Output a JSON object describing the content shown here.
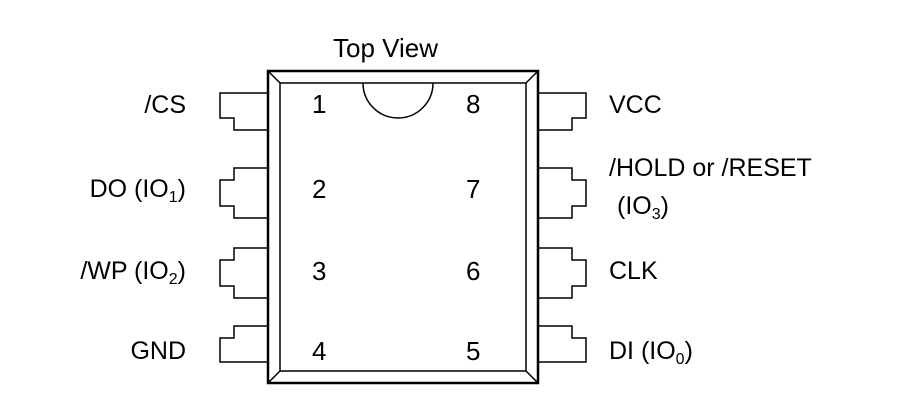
{
  "title": "Top View",
  "pins": [
    {
      "number": "1",
      "name": "/CS",
      "sub": "",
      "suffix": ""
    },
    {
      "number": "2",
      "name": "DO (IO",
      "sub": "1",
      "suffix": ")"
    },
    {
      "number": "3",
      "name": "/WP (IO",
      "sub": "2",
      "suffix": ")"
    },
    {
      "number": "4",
      "name": "GND",
      "sub": "",
      "suffix": ""
    },
    {
      "number": "5",
      "name": "DI (IO",
      "sub": "0",
      "suffix": ")"
    },
    {
      "number": "6",
      "name": "CLK",
      "sub": "",
      "suffix": ""
    },
    {
      "number": "7",
      "name": "/HOLD or /RESET",
      "line2": "(IO",
      "sub": "3",
      "suffix": ")"
    },
    {
      "number": "8",
      "name": "VCC",
      "sub": "",
      "suffix": ""
    }
  ],
  "colors": {
    "stroke": "#000000",
    "background": "#ffffff"
  }
}
